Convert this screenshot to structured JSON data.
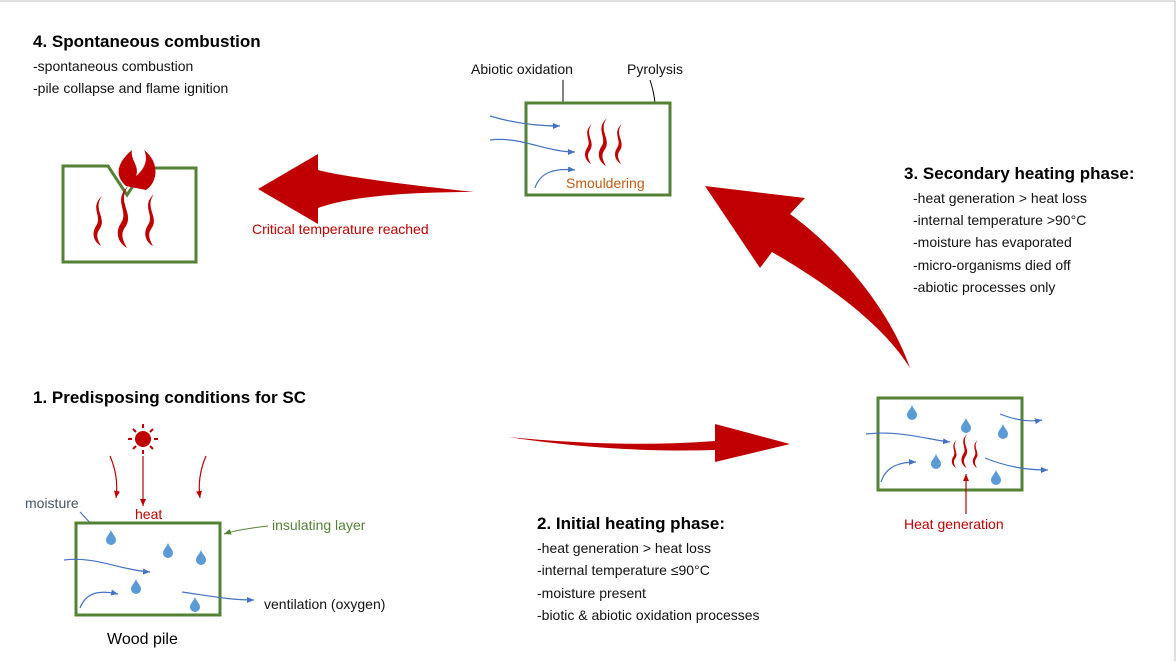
{
  "phase4": {
    "title": "4. Spontaneous combustion",
    "lines": [
      "-spontaneous combustion",
      "-pile collapse and flame ignition"
    ]
  },
  "smouldering_box": {
    "abiotic_label": "Abiotic oxidation",
    "pyrolysis_label": "Pyrolysis",
    "smouldering_label": "Smouldering"
  },
  "arrow_left": {
    "label": "Critical temperature reached"
  },
  "phase3": {
    "title": "3. Secondary heating phase:",
    "lines": [
      "-heat generation > heat loss",
      "-internal temperature >90°C",
      "-moisture has evaporated",
      "-micro-organisms died off",
      "-abiotic processes only"
    ]
  },
  "phase1": {
    "title": "1. Predisposing conditions for SC",
    "moisture_label": "moisture",
    "heat_label": "heat",
    "insulating_label": "insulating layer",
    "ventilation_label": "ventilation (oxygen)",
    "pile_label": "Wood pile"
  },
  "phase2": {
    "title": "2. Initial heating phase:",
    "lines": [
      "-heat generation > heat loss",
      "-internal temperature ≤90°C",
      "-moisture present",
      "-biotic & abiotic oxidation processes"
    ]
  },
  "heat_box": {
    "label": "Heat generation"
  },
  "colors": {
    "red": "#c00000",
    "green": "#548235",
    "blue": "#4472c4",
    "drop": "#5b9bd5",
    "orange": "#c55a11"
  }
}
